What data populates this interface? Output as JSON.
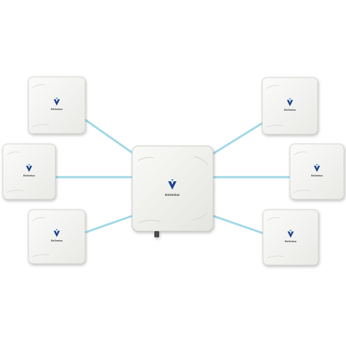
{
  "scene": {
    "background": "#ffffff",
    "link_color": "#9fd8e6",
    "panel_fill": "#f3f3f1",
    "panel_edge": "#d6d6d2",
    "brand_mark": "logo-icon",
    "brand_text": "EnGenius",
    "center_unit": {
      "name": "center-access-point"
    },
    "remote_units": [
      {
        "name": "remote-unit-top-left"
      },
      {
        "name": "remote-unit-middle-left"
      },
      {
        "name": "remote-unit-bottom-left"
      },
      {
        "name": "remote-unit-top-right"
      },
      {
        "name": "remote-unit-middle-right"
      },
      {
        "name": "remote-unit-bottom-right"
      }
    ]
  }
}
